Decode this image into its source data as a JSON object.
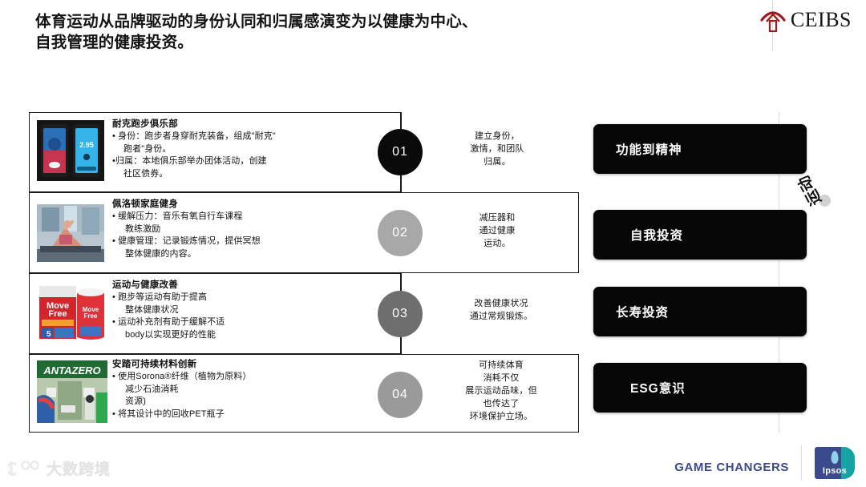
{
  "header": {
    "headline": "体育运动从品牌驱动的身份认同和归属感演变为以健康为中心、\n自我管理的健康投资。",
    "logo_text": "CEIBS",
    "logo_icon": "ceibs-house-arch-icon"
  },
  "rows": [
    {
      "number": "01",
      "circle_color": "#0a0a0a",
      "thumb_name": "nike-run-club-app-screens",
      "title": "耐克跑步俱乐部",
      "bullets": [
        "• 身份：跑步者身穿耐克装备，组成\"耐克\"",
        "跑者\"身份。",
        "•归属：本地俱乐部举办团体活动，创建",
        "社区债券。"
      ],
      "middle": "建立身份，\n激情，和团队\n归属。",
      "pill": "功能到精神"
    },
    {
      "number": "02",
      "circle_color": "#a8a8a8",
      "thumb_name": "peloton-home-fitness-photo",
      "title": "佩洛顿家庭健身",
      "bullets": [
        "• 缓解压力：音乐有氧自行车课程",
        "教练激励",
        "• 健康管理：记录锻炼情况，提供冥想",
        "整体健康的内容。"
      ],
      "middle": "减压器和\n通过健康\n运动。",
      "pill": "自我投资"
    },
    {
      "number": "03",
      "circle_color": "#6e6e6e",
      "thumb_name": "move-free-supplement-product",
      "title": "运动与健康改善",
      "bullets": [
        "• 跑步等运动有助于提高",
        "整体健康状况",
        "• 运动补充剂有助于缓解不适",
        "body以实现更好的性能"
      ],
      "middle": "改善健康状况\n通过常规锻炼。",
      "pill": "长寿投资"
    },
    {
      "number": "04",
      "circle_color": "#9a9a9a",
      "thumb_name": "anta-zero-carbon-store-photo",
      "title": "安踏可持续材料创新",
      "bullets": [
        "• 使用Sorona®纤维（植物为原料）",
        "减少石油消耗",
        "资源)",
        "• 将其设计中的回收PET瓶子"
      ],
      "middle": "可持续体育\n消耗不仅\n展示运动品味，但\n也传达了\n环境保护立场。",
      "pill": "ESG意识"
    }
  ],
  "side": {
    "rotated_label": "运动",
    "dot_name": "decorative-dot"
  },
  "footer": {
    "watermark": "大数跨境",
    "game_changers": "GAME CHANGERS",
    "ipsos": "Ipsos"
  },
  "colors": {
    "accent_navy": "#3b4a8c",
    "ceibs_red": "#9e1b20",
    "pill_black": "#060606",
    "teal": "#16a3a3"
  }
}
